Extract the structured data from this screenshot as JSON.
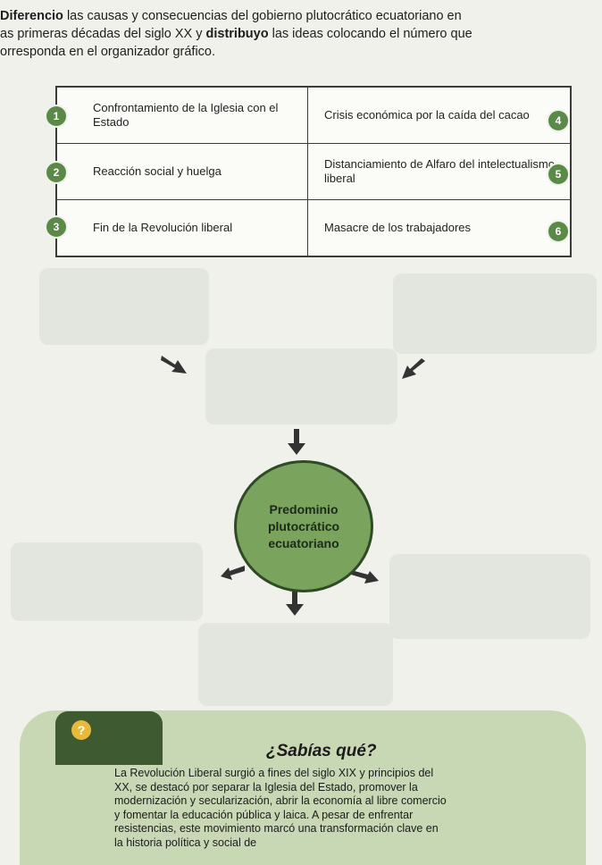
{
  "instructions": {
    "line1_bold": "Diferencio",
    "line1_rest": " las causas y consecuencias del gobierno plutocrático ecuatoriano en",
    "line2_pre": "as primeras décadas del siglo XX y ",
    "line2_bold": "distribuyo",
    "line2_post": " las ideas colocando el número que",
    "line3": "orresponda en el organizador gráfico."
  },
  "options": [
    {
      "number": "1",
      "text": "Confrontamiento de la Iglesia con el Estado"
    },
    {
      "number": "2",
      "text": "Reacción social y huelga"
    },
    {
      "number": "3",
      "text": "Fin de la Revolución liberal"
    },
    {
      "number": "4",
      "text": "Crisis económica por la caída del cacao"
    },
    {
      "number": "5",
      "text": "Distanciamiento de Alfaro del intelectualismo liberal"
    },
    {
      "number": "6",
      "text": "Masacre de los trabajadores"
    }
  ],
  "organizer": {
    "center_line1": "Predominio",
    "center_line2": "plutocrático",
    "center_line3": "ecuatoriano"
  },
  "sabias": {
    "title": "¿Sabías qué?",
    "icon": "question-mark-icon",
    "lines": [
      "La Revolución Liberal surgió a fines del siglo XIX y principios del",
      "XX, se destacó por separar la Iglesia del Estado, promover la",
      "modernización y secularización, abrir la economía al libre comercio",
      "y fomentar la educación pública y laica. A pesar de enfrentar",
      "resistencias, este movimiento marcó una transformación clave en",
      "la historia política y social de"
    ]
  },
  "colors": {
    "accent": "#5b8a48",
    "center_fill": "#7aa35e",
    "empty_box": "#e3e6de",
    "sabias_bg": "#c8d8b4"
  }
}
